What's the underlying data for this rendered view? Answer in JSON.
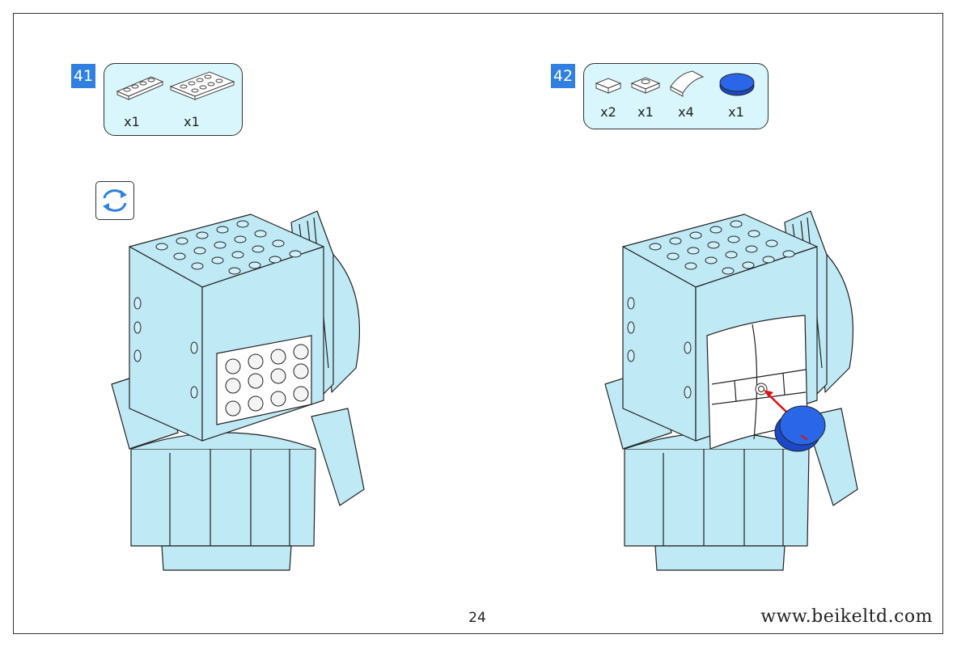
{
  "steps": [
    {
      "number": "41",
      "parts": [
        {
          "icon": "white-plate-1x4-icon",
          "qty": "x1"
        },
        {
          "icon": "white-plate-2x4-icon",
          "qty": "x1"
        }
      ],
      "has_rotate_hint": true,
      "rotate_icon": "rotate-arrows-icon"
    },
    {
      "number": "42",
      "parts": [
        {
          "icon": "white-tile-1x1-icon",
          "qty": "x2"
        },
        {
          "icon": "white-jumper-plate-icon",
          "qty": "x1"
        },
        {
          "icon": "white-curved-slope-icon",
          "qty": "x4"
        },
        {
          "icon": "blue-round-tile-icon",
          "qty": "x1"
        }
      ]
    }
  ],
  "colors": {
    "brick_light_blue": "#bfe9f5",
    "brick_white": "#ffffff",
    "badge_blue": "#2f80e0",
    "parts_bg": "#d8f6fb",
    "accent_blue": "#2060e0",
    "arrow_red": "#e01010"
  },
  "footer": {
    "page_number": "24",
    "website": "www.beikeltd.com"
  }
}
